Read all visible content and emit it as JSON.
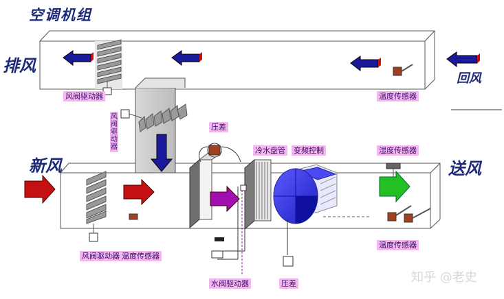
{
  "title": "空调机组",
  "labels": {
    "exhaust": "排风",
    "return": "回风",
    "fresh": "新风",
    "supply": "送风"
  },
  "components": {
    "damper_driver_top": "风阀驱动器",
    "temp_sensor_return": "温度传感器",
    "damper_driver_vertical": "风阀驱动器",
    "pressure_diff_top": "压差",
    "cooling_coil": "冷水盘管",
    "vfd_control": "变频控制",
    "humidity_sensor": "湿度传感器",
    "damper_driver_bottom": "风阀驱动器",
    "temp_sensor_fresh": "温度传感器",
    "water_valve_driver": "水阀驱动器",
    "pressure_diff_bottom": "压差",
    "temp_sensor_supply": "温度传感器"
  },
  "watermark": "知乎 @老史",
  "colors": {
    "duct_line": "#555555",
    "arrow_blue": "#1a1a9a",
    "arrow_red": "#c41010",
    "arrow_purple": "#a010b0",
    "arrow_green": "#22c022",
    "label_bg": "#f3b8f0",
    "fan_blue": "#3a3ae0"
  }
}
